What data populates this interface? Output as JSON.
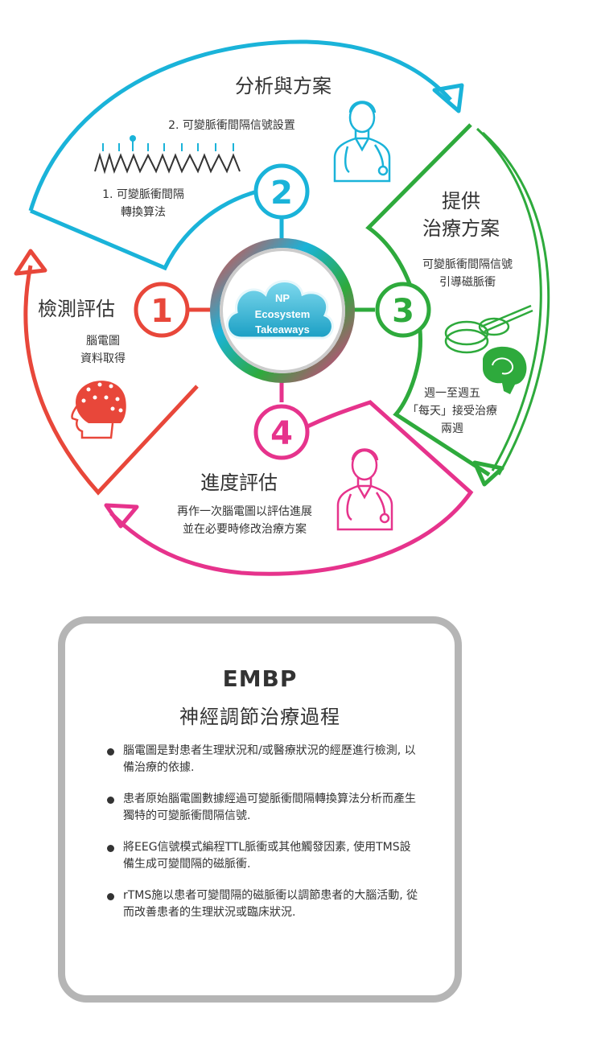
{
  "center": {
    "line1": "NP",
    "line2": "Ecosystem",
    "line3": "Takeaways"
  },
  "steps": [
    {
      "number": "1",
      "title": "檢測評估",
      "desc": [
        "腦電圖",
        "資料取得"
      ],
      "color": "#e8473a",
      "icon": "eeg-head-icon"
    },
    {
      "number": "2",
      "title": "分析與方案",
      "desc_top": "2. 可變脈衝間隔信號設置",
      "desc": [
        "1. 可變脈衝間隔",
        "轉換算法"
      ],
      "color": "#1ab3d9",
      "icon": "doctor-icon"
    },
    {
      "number": "3",
      "title": [
        "提供",
        "治療方案"
      ],
      "desc": [
        "可變脈衝間隔信號",
        "引導磁脈衝"
      ],
      "desc2": [
        "週一至週五",
        "「每天」接受治療",
        "兩週"
      ],
      "color": "#2eaa3c",
      "icon": "brain-coil-icon"
    },
    {
      "number": "4",
      "title": "進度評估",
      "desc": [
        "再作一次腦電圖以評估進展",
        "並在必要時修改治療方案"
      ],
      "color": "#e6338c",
      "icon": "doctor-icon"
    }
  ],
  "card": {
    "title": "EMBP",
    "subtitle": "神經調節治療過程",
    "bullets": [
      "腦電圖是對患者生理狀況和/或醫療狀況的經歷進行檢測, 以備治療的依據.",
      "患者原始腦電圖數據經過可變脈衝間隔轉換算法分析而產生獨特的可變脈衝間隔信號.",
      "將EEG信號模式編程TTL脈衝或其他觸發因素, 使用TMS設備生成可變間隔的磁脈衝.",
      "rTMS施以患者可變間隔的磁脈衝以調節患者的大腦活動, 從而改善患者的生理狀況或臨床狀況."
    ]
  }
}
